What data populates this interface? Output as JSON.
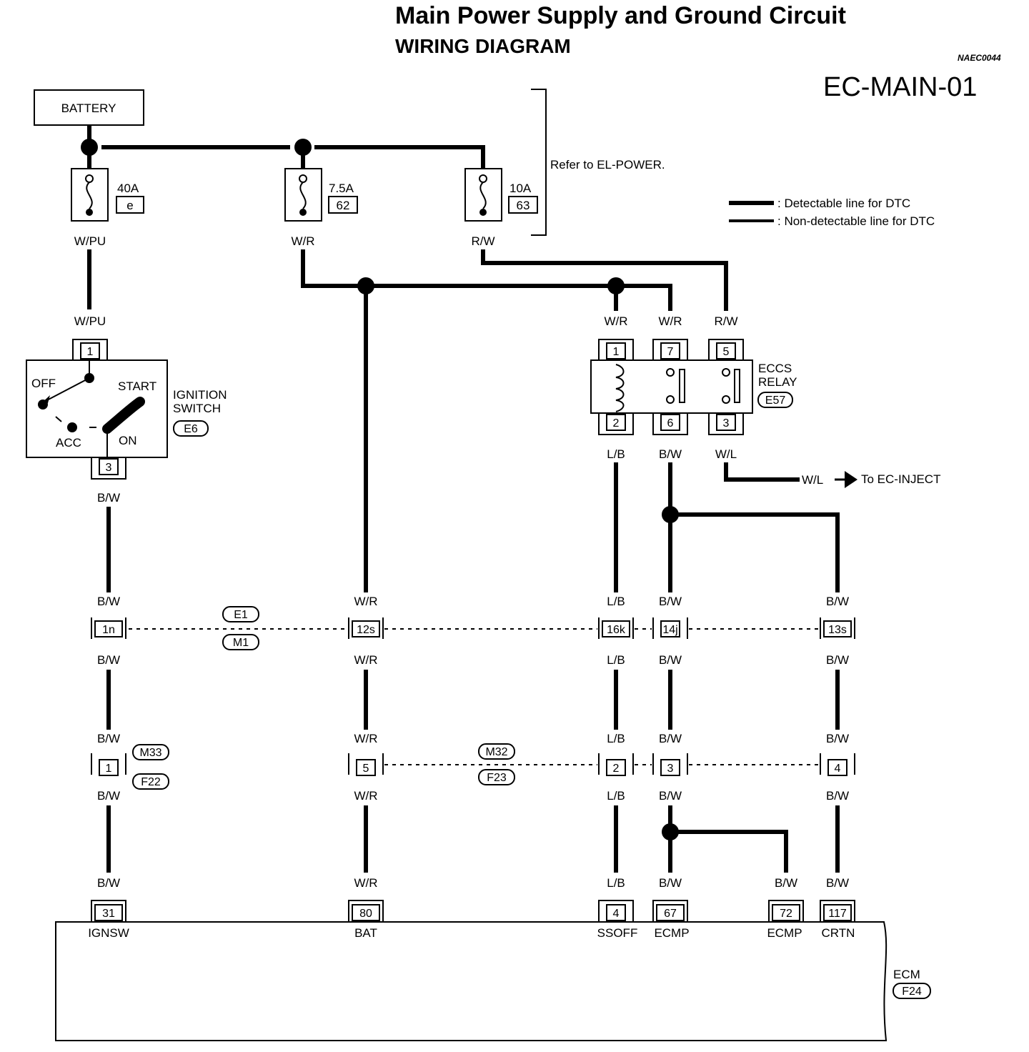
{
  "header": {
    "title": "Main Power Supply and Ground Circuit",
    "subtitle": "WIRING DIAGRAM",
    "doc_code": "NAEC0044",
    "page_id": "EC-MAIN-01"
  },
  "battery": {
    "label": "BATTERY"
  },
  "fuses": [
    {
      "rating": "40A",
      "id": "e",
      "wire": "W/PU"
    },
    {
      "rating": "7.5A",
      "id": "62",
      "wire": "W/R"
    },
    {
      "rating": "10A",
      "id": "63",
      "wire": "R/W"
    }
  ],
  "refer_note": "Refer to EL-POWER.",
  "legend": {
    "detectable": ": Detectable line for DTC",
    "non_detectable": ": Non-detectable line for DTC"
  },
  "ignition_switch": {
    "name_line1": "IGNITION",
    "name_line2": "SWITCH",
    "connector": "E6",
    "pin_in": "1",
    "pin_out": "3",
    "wire_in": "W/PU",
    "wire_out": "B/W",
    "pos_off": "OFF",
    "pos_acc": "ACC",
    "pos_on": "ON",
    "pos_start": "START"
  },
  "relay": {
    "name_line1": "ECCS",
    "name_line2": "RELAY",
    "connector": "E57",
    "pins_top": [
      "1",
      "7",
      "5"
    ],
    "pins_bottom": [
      "2",
      "6",
      "3"
    ],
    "wires_top": [
      "W/R",
      "W/R",
      "R/W"
    ],
    "wires_bottom": [
      "L/B",
      "B/W",
      "W/L"
    ],
    "out_wire": "W/L",
    "out_ref": "To EC-INJECT"
  },
  "harness1": {
    "connector_a": "E1",
    "connector_b": "M1",
    "pins": [
      "1n",
      "12s",
      "16k",
      "14j",
      "13s"
    ],
    "wires_above": [
      "B/W",
      "W/R",
      "L/B",
      "B/W",
      "B/W"
    ],
    "wires_below": [
      "B/W",
      "W/R",
      "L/B",
      "B/W",
      "B/W"
    ]
  },
  "harness2": {
    "connector_a1": "M33",
    "connector_b1": "F22",
    "connector_a2": "M32",
    "connector_b2": "F23",
    "pins": [
      "1",
      "5",
      "2",
      "3",
      "4"
    ],
    "wires_above": [
      "B/W",
      "W/R",
      "L/B",
      "B/W",
      "B/W"
    ],
    "wires_below": [
      "B/W",
      "W/R",
      "L/B",
      "B/W",
      "B/W"
    ]
  },
  "ecm": {
    "name": "ECM",
    "connector": "F24",
    "pins": [
      "31",
      "80",
      "4",
      "67",
      "72",
      "117"
    ],
    "wires": [
      "B/W",
      "W/R",
      "L/B",
      "B/W",
      "B/W",
      "B/W"
    ],
    "terminals": [
      "IGNSW",
      "BAT",
      "SSOFF",
      "ECMP",
      "ECMP",
      "CRTN"
    ]
  }
}
